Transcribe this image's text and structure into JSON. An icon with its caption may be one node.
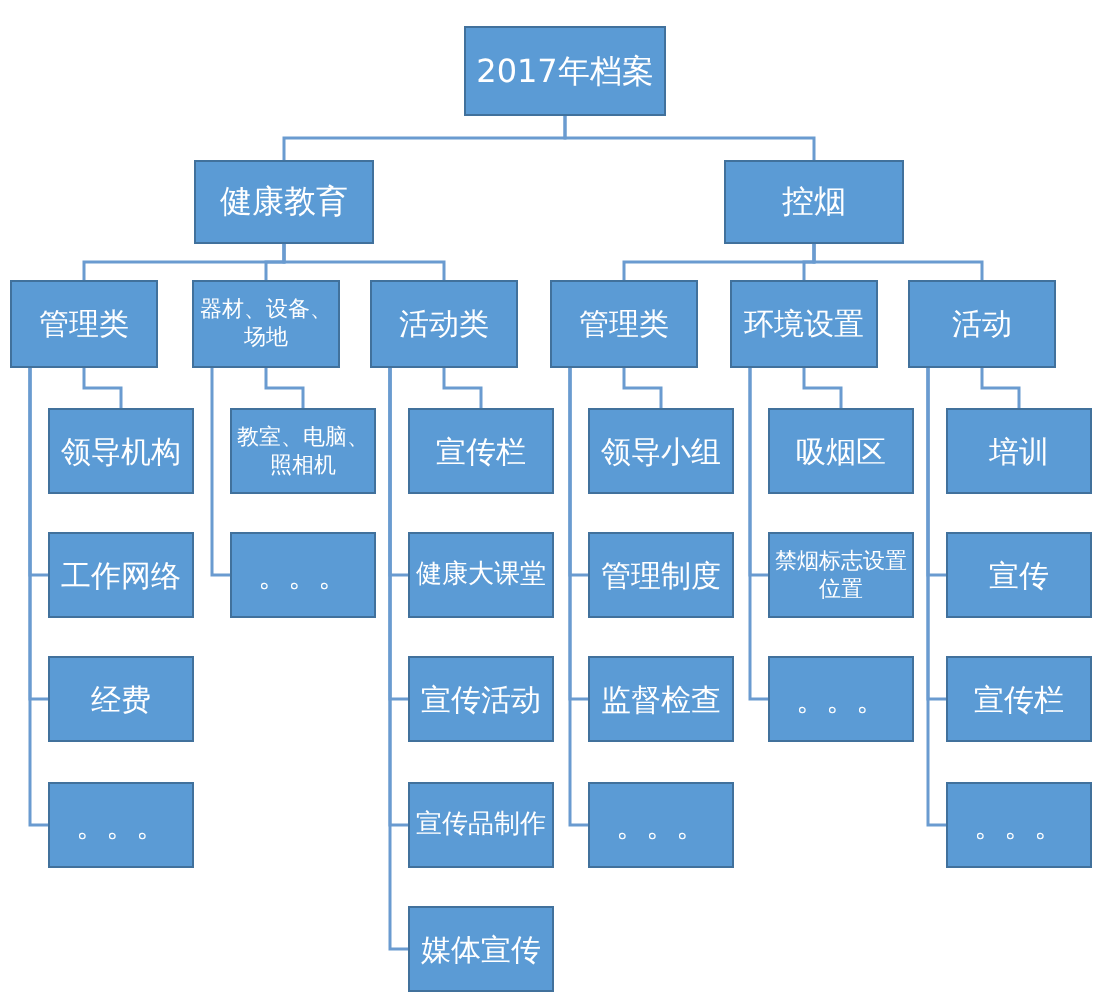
{
  "diagram": {
    "nodes": [
      {
        "text": [
          "2017年档案"
        ]
      },
      {
        "text": [
          "健康教育"
        ]
      },
      {
        "text": [
          "控烟"
        ]
      },
      {
        "text": [
          "管理类"
        ]
      },
      {
        "text": [
          "器材、设备、场地"
        ]
      },
      {
        "text": [
          "活动类"
        ]
      },
      {
        "text": [
          "管理类"
        ]
      },
      {
        "text": [
          "环境设置"
        ]
      },
      {
        "text": [
          "活动"
        ]
      },
      {
        "text": [
          "领导机构"
        ]
      },
      {
        "text": [
          "工作网络"
        ]
      },
      {
        "text": [
          "经费"
        ]
      },
      {
        "text": [
          "。。。"
        ]
      },
      {
        "text": [
          "教室、电脑、照相机"
        ]
      },
      {
        "text": [
          "。。。"
        ]
      },
      {
        "text": [
          "宣传栏"
        ]
      },
      {
        "text": [
          "健康大课堂"
        ]
      },
      {
        "text": [
          "宣传活动"
        ]
      },
      {
        "text": [
          "宣传品制作"
        ]
      },
      {
        "text": [
          "媒体宣传"
        ]
      },
      {
        "text": [
          "领导小组"
        ]
      },
      {
        "text": [
          "管理制度"
        ]
      },
      {
        "text": [
          "监督检查"
        ]
      },
      {
        "text": [
          "。。。"
        ]
      },
      {
        "text": [
          "吸烟区"
        ]
      },
      {
        "text": [
          "禁烟标志设置位置"
        ]
      },
      {
        "text": [
          "。。。"
        ]
      },
      {
        "text": [
          "培训"
        ]
      },
      {
        "text": [
          "宣传"
        ]
      },
      {
        "text": [
          "宣传栏"
        ]
      },
      {
        "text": [
          "。。。"
        ]
      }
    ],
    "edges": [
      {
        "from": 0,
        "to": 1,
        "arrow": "none"
      },
      {
        "from": 0,
        "to": 2,
        "arrow": "none"
      },
      {
        "from": 1,
        "to": 3,
        "arrow": "none"
      },
      {
        "from": 1,
        "to": 4,
        "arrow": "none"
      },
      {
        "from": 1,
        "to": 5,
        "arrow": "none"
      },
      {
        "from": 2,
        "to": 6,
        "arrow": "none"
      },
      {
        "from": 2,
        "to": 7,
        "arrow": "none"
      },
      {
        "from": 2,
        "to": 8,
        "arrow": "none"
      },
      {
        "from": 3,
        "to": 9,
        "arrow": "none"
      },
      {
        "from": 3,
        "to": 10,
        "arrow": "none"
      },
      {
        "from": 3,
        "to": 11,
        "arrow": "none"
      },
      {
        "from": 3,
        "to": 12,
        "arrow": "none"
      },
      {
        "from": 4,
        "to": 13,
        "arrow": "none"
      },
      {
        "from": 4,
        "to": 14,
        "arrow": "none"
      },
      {
        "from": 5,
        "to": 15,
        "arrow": "none"
      },
      {
        "from": 5,
        "to": 16,
        "arrow": "none"
      },
      {
        "from": 5,
        "to": 17,
        "arrow": "none"
      },
      {
        "from": 5,
        "to": 18,
        "arrow": "none"
      },
      {
        "from": 5,
        "to": 19,
        "arrow": "none"
      },
      {
        "from": 6,
        "to": 20,
        "arrow": "none"
      },
      {
        "from": 6,
        "to": 21,
        "arrow": "none"
      },
      {
        "from": 6,
        "to": 22,
        "arrow": "none"
      },
      {
        "from": 6,
        "to": 23,
        "arrow": "none"
      },
      {
        "from": 7,
        "to": 24,
        "arrow": "none"
      },
      {
        "from": 7,
        "to": 25,
        "arrow": "none"
      },
      {
        "from": 7,
        "to": 26,
        "arrow": "none"
      },
      {
        "from": 8,
        "to": 27,
        "arrow": "none"
      },
      {
        "from": 8,
        "to": 28,
        "arrow": "none"
      },
      {
        "from": 8,
        "to": 29,
        "arrow": "none"
      },
      {
        "from": 8,
        "to": 30,
        "arrow": "none"
      }
    ]
  }
}
